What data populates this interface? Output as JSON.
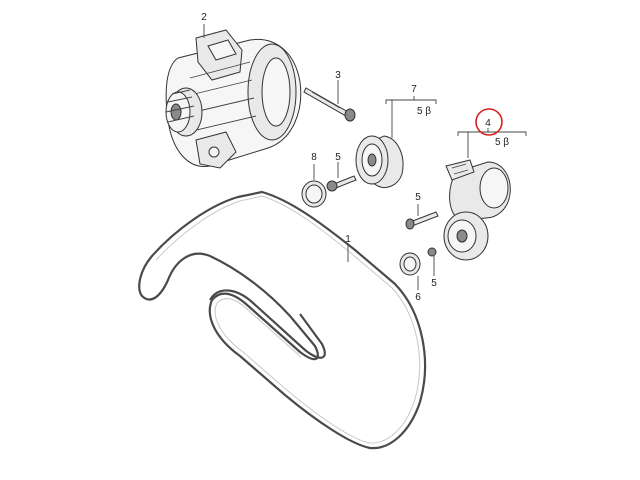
{
  "callouts": {
    "belt": "1",
    "alternator": "2",
    "alternator_bolt": "3",
    "tensioner": "4",
    "bolt_upper": "5",
    "bolt_tensioner": "5",
    "bolt_lower": "5",
    "cap_right": "6",
    "idler_group": "7",
    "cap_left": "8"
  },
  "group_refs": {
    "idler_group_ref": "5 β",
    "tensioner_group_ref": "5 β"
  },
  "highlight_color": "#d62020"
}
